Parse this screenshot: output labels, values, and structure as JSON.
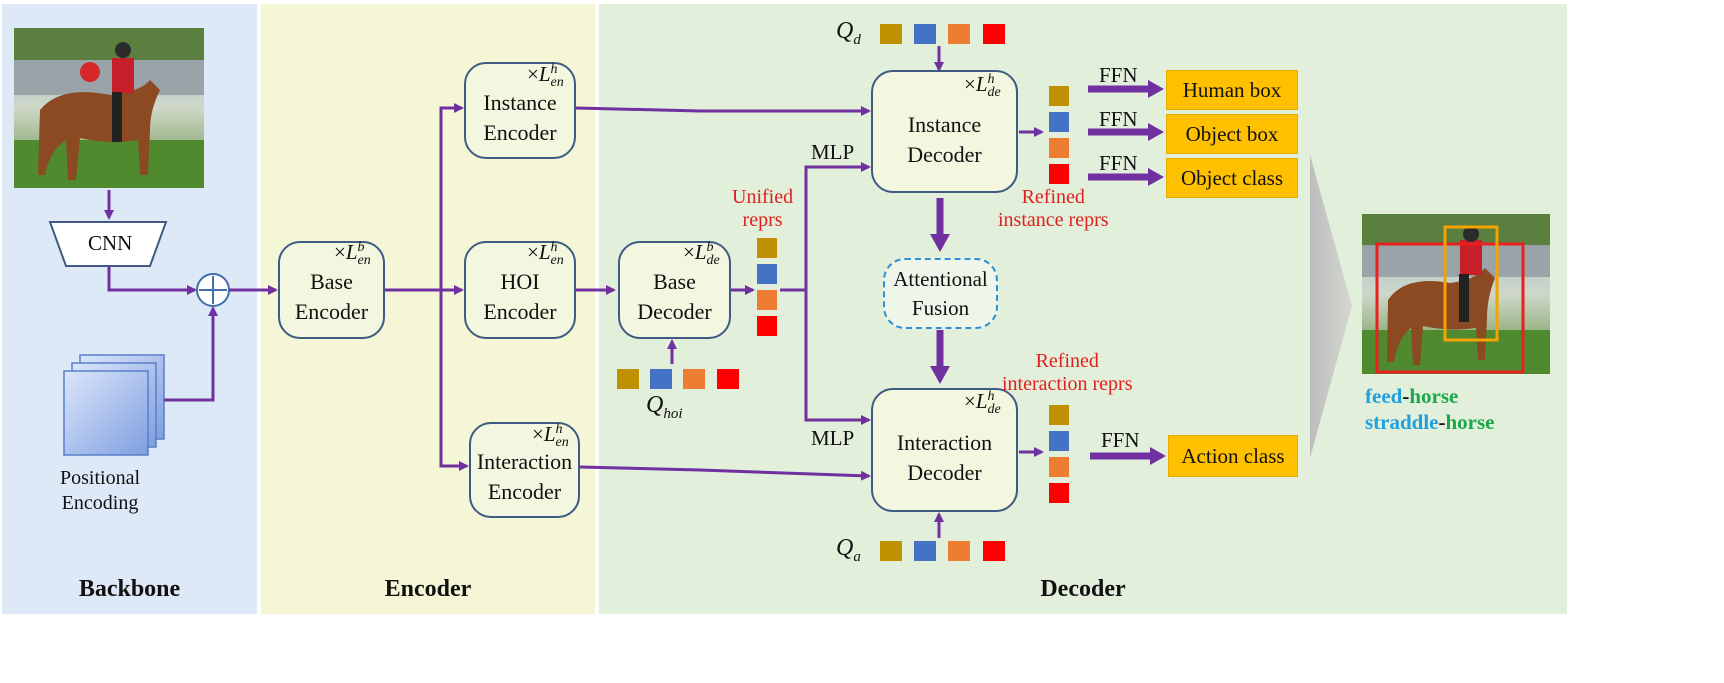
{
  "panels": {
    "backbone": "Backbone",
    "encoder": "Encoder",
    "decoder": "Decoder"
  },
  "backbone": {
    "cnn": "CNN",
    "positional_encoding": [
      "Positional",
      "Encoding"
    ]
  },
  "encoder": {
    "base": [
      "Base",
      "Encoder"
    ],
    "instance": [
      "Instance",
      "Encoder"
    ],
    "hoi": [
      "HOI",
      "Encoder"
    ],
    "interaction": [
      "Interaction",
      "Encoder"
    ],
    "layer_base": "L",
    "layer_base_sup": "b",
    "layer_base_sub": "en",
    "layer_h": "L",
    "layer_h_sup": "h",
    "layer_h_sub": "en",
    "mul": "×"
  },
  "decoder": {
    "base": [
      "Base",
      "Decoder"
    ],
    "instance": [
      "Instance",
      "Decoder"
    ],
    "interaction": [
      "Interaction",
      "Decoder"
    ],
    "fusion": [
      "Attentional",
      "Fusion"
    ],
    "layer_sub": "de",
    "unified_reprs": [
      "Unified",
      "reprs"
    ],
    "refined_instance": [
      "Refined",
      "instance reprs"
    ],
    "refined_interaction": [
      "Refined",
      "interaction reprs"
    ],
    "mlp": "MLP",
    "ffn": "FFN",
    "q_d": "Q",
    "q_d_sub": "d",
    "q_hoi": "Q",
    "q_hoi_sub": "hoi",
    "q_a": "Q",
    "q_a_sub": "a"
  },
  "outputs": {
    "human_box": "Human box",
    "object_box": "Object box",
    "object_class": "Object class",
    "action_class": "Action class"
  },
  "predictions": {
    "line1_verb": "feed",
    "line1_sep": "-",
    "line1_obj": "horse",
    "line2_verb": "straddle",
    "line2_sep": "-",
    "line2_obj": "horse"
  },
  "colors": {
    "arrow": "#7030a0",
    "query_colors": [
      "#bf9000",
      "#4472c4",
      "#ed7d31",
      "#ff0000"
    ],
    "output_fill": "#ffc000",
    "red_text": "#e0201f",
    "verb_color": "#1fa0e0",
    "object_color": "#1aa84a"
  }
}
